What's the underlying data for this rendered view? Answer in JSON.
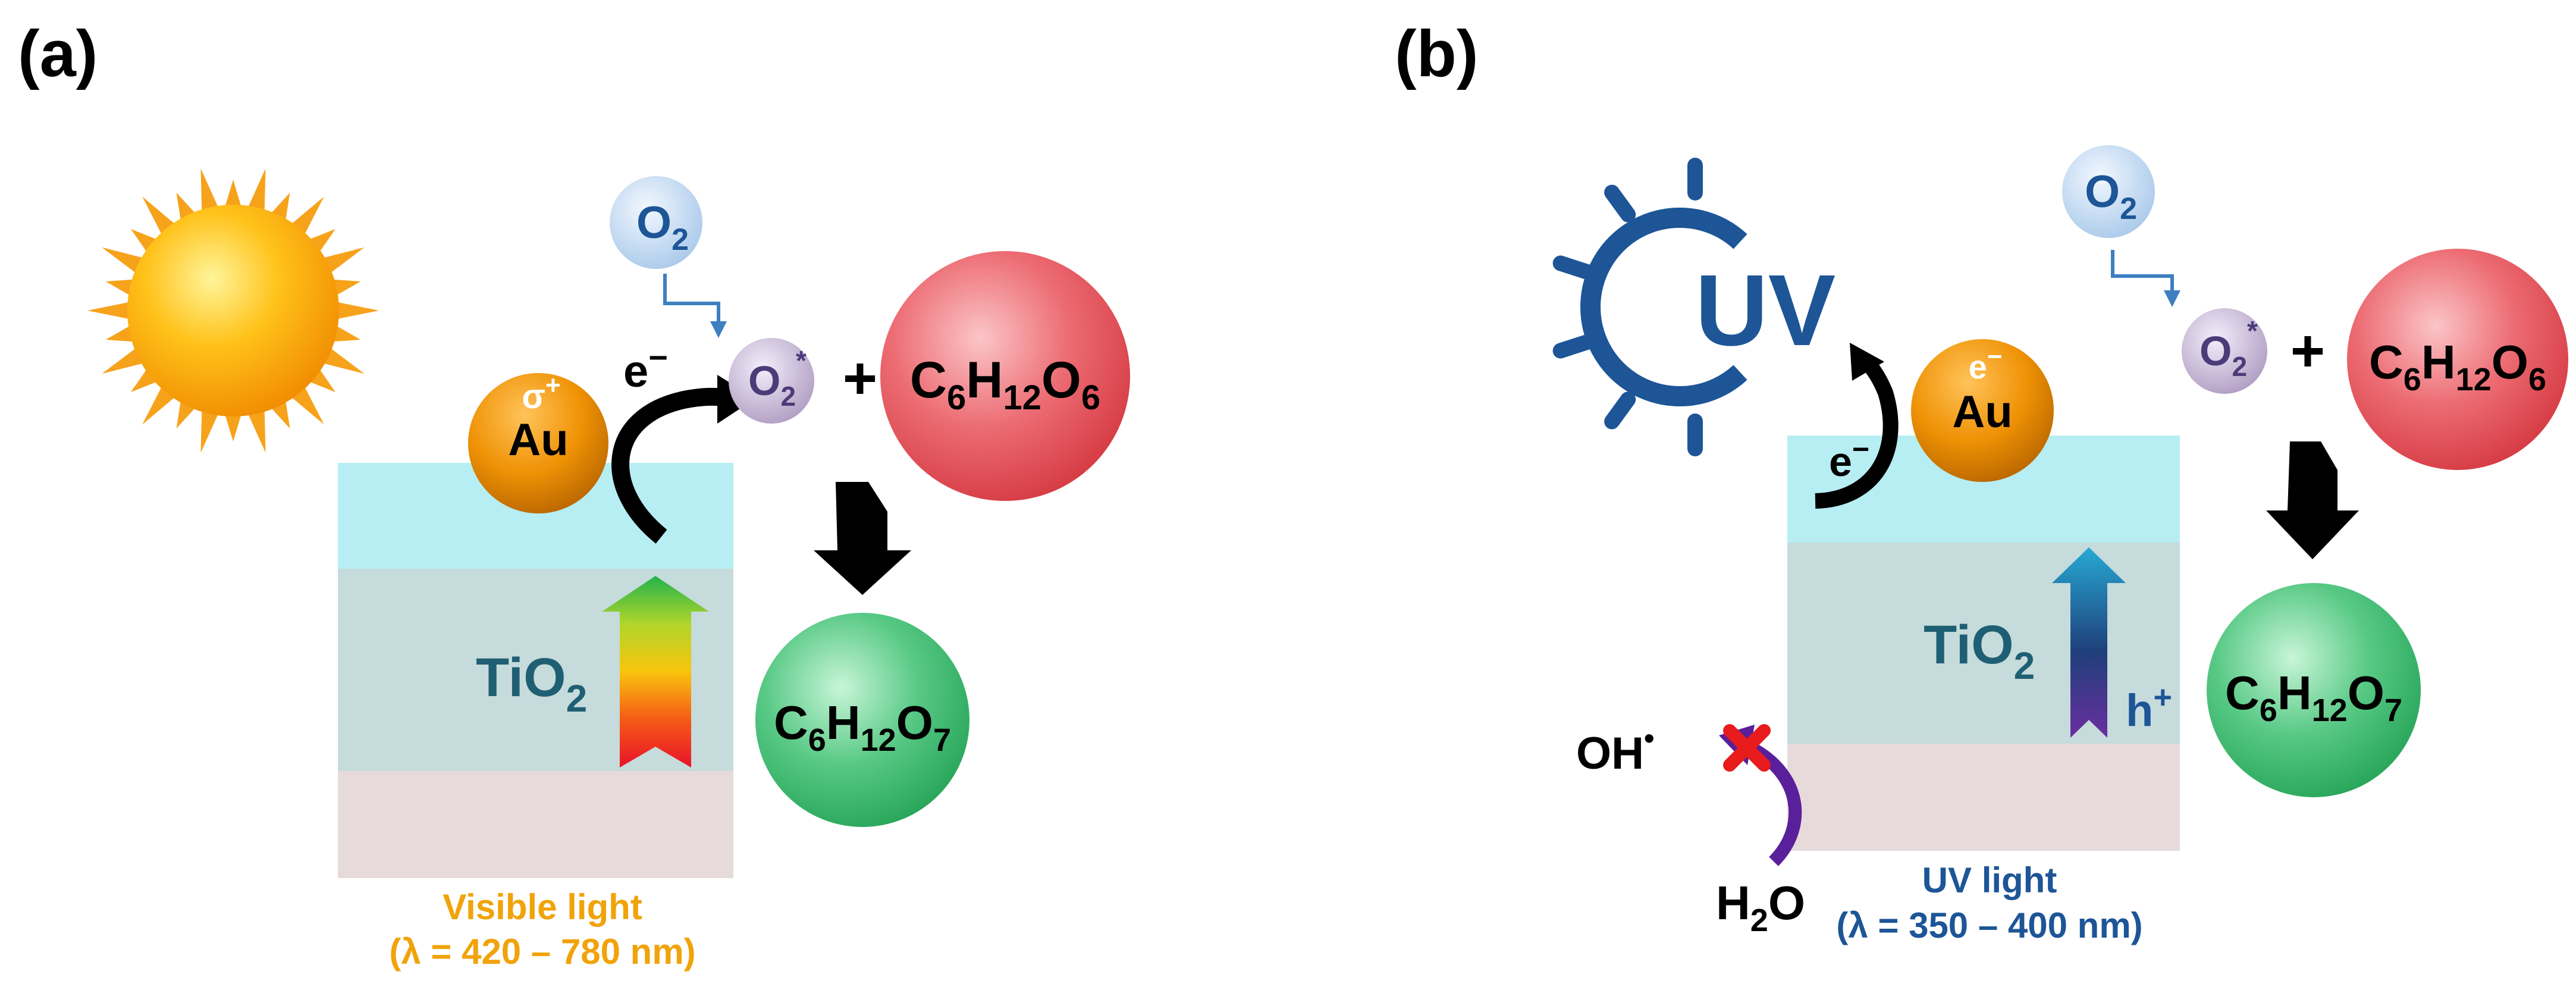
{
  "panels": {
    "a": {
      "label": "(a)",
      "electron": "e",
      "electron_sup": "−",
      "au": {
        "charge": "σ",
        "charge_sup": "+",
        "label": "Au"
      },
      "o2": {
        "main": "O",
        "sub": "2"
      },
      "o2_star": {
        "main": "O",
        "sub": "2",
        "sup": "*"
      },
      "plus": "+",
      "glucose": {
        "c": "C",
        "c_n": "6",
        "h": "H",
        "h_n": "12",
        "o": "O",
        "o_n": "6"
      },
      "gluconic": {
        "c": "C",
        "c_n": "6",
        "h": "H",
        "h_n": "12",
        "o": "O",
        "o_n": "7"
      },
      "tio2": {
        "main": "TiO",
        "sub": "2"
      },
      "light": {
        "name": "Visible light",
        "range": "(λ = 420 – 780 nm)"
      }
    },
    "b": {
      "label": "(b)",
      "uv_logo": "UV",
      "au": {
        "electron": "e",
        "electron_sup": "−",
        "label": "Au"
      },
      "electron": "e",
      "electron_sup": "−",
      "o2": {
        "main": "O",
        "sub": "2"
      },
      "o2_star": {
        "main": "O",
        "sub": "2",
        "sup": "*"
      },
      "plus": "+",
      "glucose": {
        "c": "C",
        "c_n": "6",
        "h": "H",
        "h_n": "12",
        "o": "O",
        "o_n": "6"
      },
      "gluconic": {
        "c": "C",
        "c_n": "6",
        "h": "H",
        "h_n": "12",
        "o": "O",
        "o_n": "7"
      },
      "tio2": {
        "main": "TiO",
        "sub": "2"
      },
      "hole": "h",
      "hole_sup": "+",
      "oh": "OH",
      "oh_sup": "•",
      "h2o": {
        "h": "H",
        "h_n": "2",
        "o": "O"
      },
      "light": {
        "name": "UV light",
        "range": "(λ = 350 – 400 nm)"
      }
    }
  },
  "colors": {
    "cb_layer": "#b6eef3",
    "tio2_layer": "#c6dbdb",
    "vb_layer": "#e6dada",
    "tio2_text": "#1f5f73",
    "au": "#e88a00",
    "o2_bubble": "#a9c9ea",
    "o2star_bubble": "#b6a4c6",
    "glucose": "#e2505a",
    "gluconic": "#3cba6c",
    "visible_light_text": "#f0a30a",
    "uv_text": "#1d5597",
    "red_cross": "#e81c1c",
    "purple_arrow": "#5a1f9a"
  }
}
